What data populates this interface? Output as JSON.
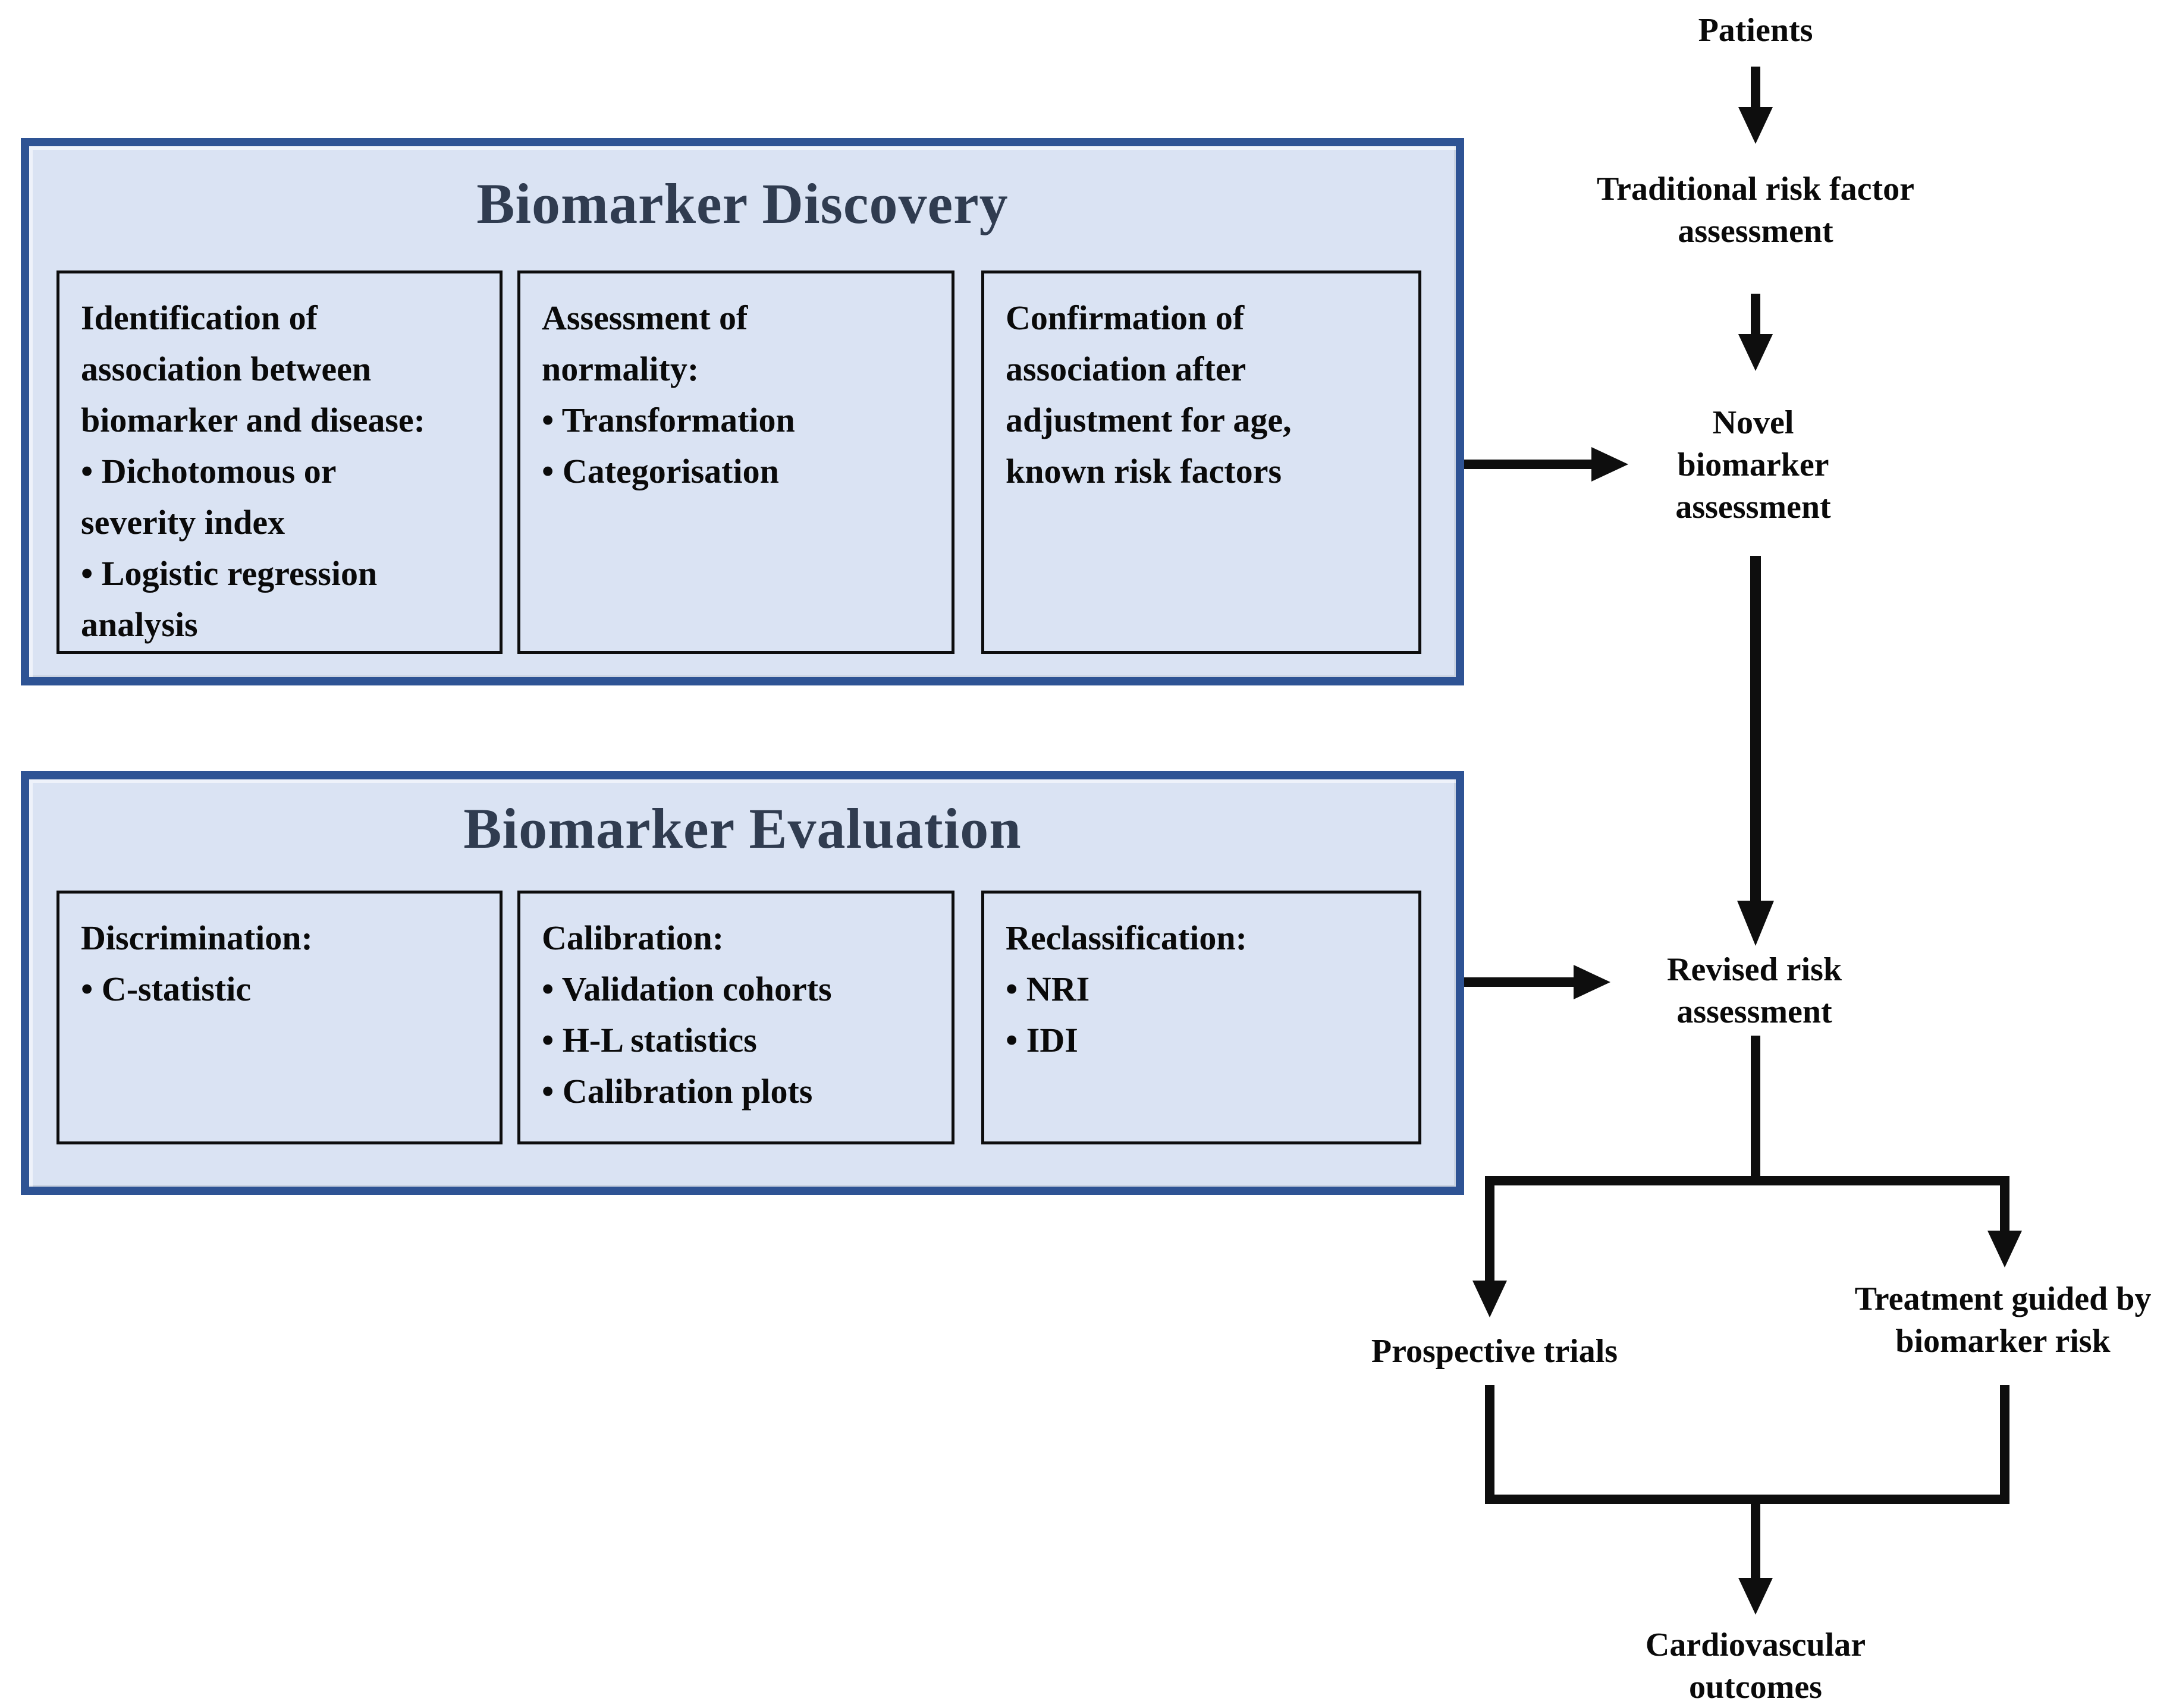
{
  "discovery": {
    "title": "Biomarker Discovery",
    "boxes": [
      {
        "text": "Identification of\nassociation between\nbiomarker and disease:\n• Dichotomous or\nseverity index\n• Logistic regression\nanalysis"
      },
      {
        "text": "Assessment of\nnormality:\n• Transformation\n• Categorisation"
      },
      {
        "text": "Confirmation of\nassociation after\nadjustment for age,\nknown risk factors"
      }
    ]
  },
  "evaluation": {
    "title": "Biomarker Evaluation",
    "boxes": [
      {
        "text": "Discrimination:\n• C-statistic"
      },
      {
        "text": "Calibration:\n• Validation cohorts\n• H-L statistics\n• Calibration plots"
      },
      {
        "text": "Reclassification:\n• NRI\n• IDI"
      }
    ]
  },
  "flow": {
    "nodes": {
      "patients": "Patients",
      "traditional": "Traditional risk factor\nassessment",
      "novel": "Novel\nbiomarker\nassessment",
      "revised": "Revised risk\nassessment",
      "prospective": "Prospective trials",
      "treatment": "Treatment guided by\nbiomarker risk",
      "cardiovascular": "Cardiovascular\noutcomes"
    }
  },
  "colors": {
    "background": "#FFFFFF",
    "panel_border": "#2E5394",
    "panel_fill": "#DAE3F3",
    "inner_box_border": "#0D0D0D",
    "title_text": "#303C50",
    "body_text": "#0A0A0A",
    "arrow": "#0E0E0E"
  }
}
